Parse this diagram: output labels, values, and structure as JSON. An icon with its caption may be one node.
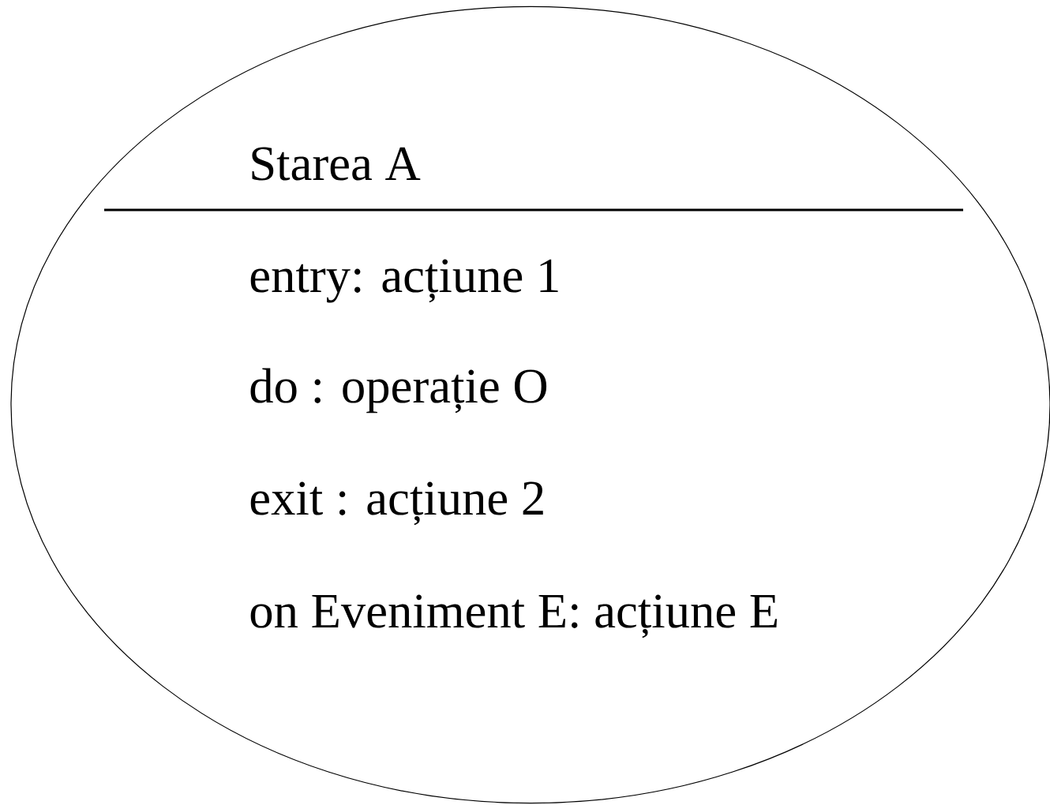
{
  "diagram": {
    "nodes": [
      {
        "text": [
          "Starea A",
          "entry: acțiune 1",
          "do : operație O",
          "exit : acțiune 2",
          "on Eveniment E: acțiune E"
        ]
      }
    ]
  }
}
